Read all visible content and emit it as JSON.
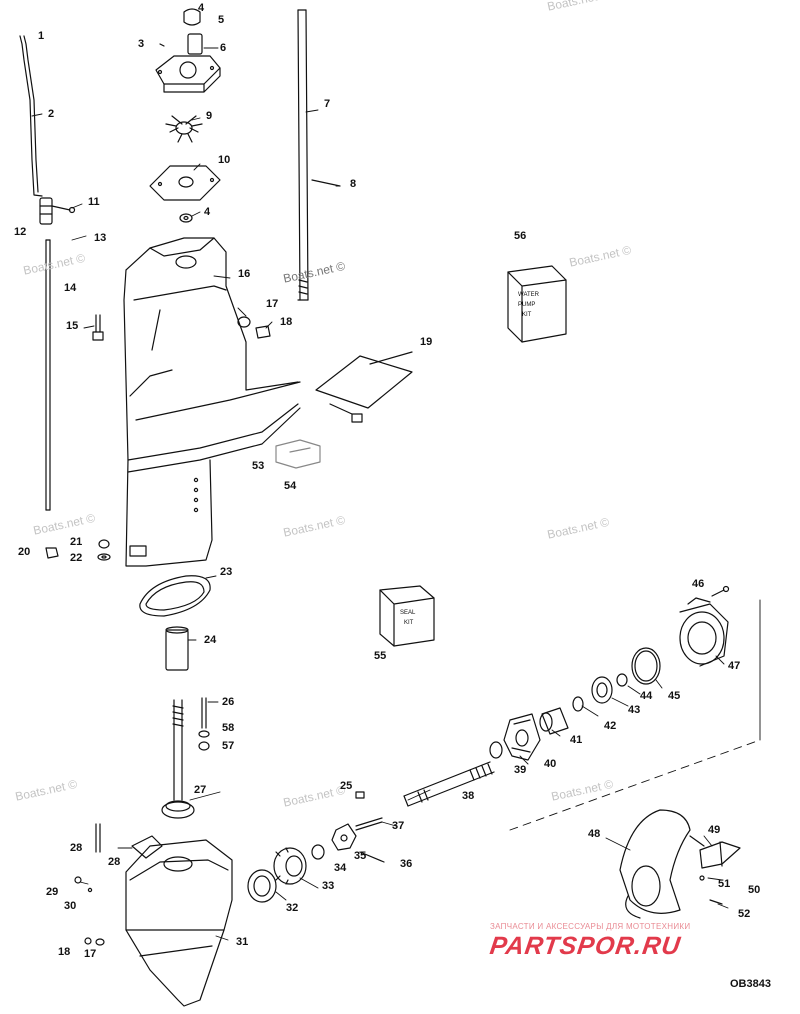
{
  "diagram": {
    "callouts": [
      "1",
      "2",
      "3",
      "4",
      "5",
      "6",
      "7",
      "8",
      "9",
      "10",
      "4",
      "11",
      "12",
      "13",
      "14",
      "15",
      "16",
      "17",
      "18",
      "19",
      "20",
      "21",
      "22",
      "23",
      "24",
      "26",
      "58",
      "57",
      "27",
      "25",
      "38",
      "37",
      "36",
      "35",
      "34",
      "33",
      "32",
      "28",
      "28",
      "29",
      "30",
      "18",
      "17",
      "31",
      "39",
      "40",
      "41",
      "42",
      "43",
      "44",
      "45",
      "46",
      "47",
      "48",
      "49",
      "51",
      "50",
      "52",
      "53",
      "54",
      "55",
      "56"
    ],
    "kits": {
      "water_pump": [
        "WATER",
        "PUMP",
        "KIT"
      ],
      "seal": [
        "SEAL",
        "KIT"
      ]
    },
    "drawing_code": "OB3843",
    "watermark": "Boats.net ©",
    "banner": {
      "caption": "ЗАПЧАСТИ И АКСЕССУАРЫ ДЛЯ МОТОТЕХНИКИ",
      "logo": "PARTSPOR.RU",
      "color": "#e23a4b"
    }
  }
}
